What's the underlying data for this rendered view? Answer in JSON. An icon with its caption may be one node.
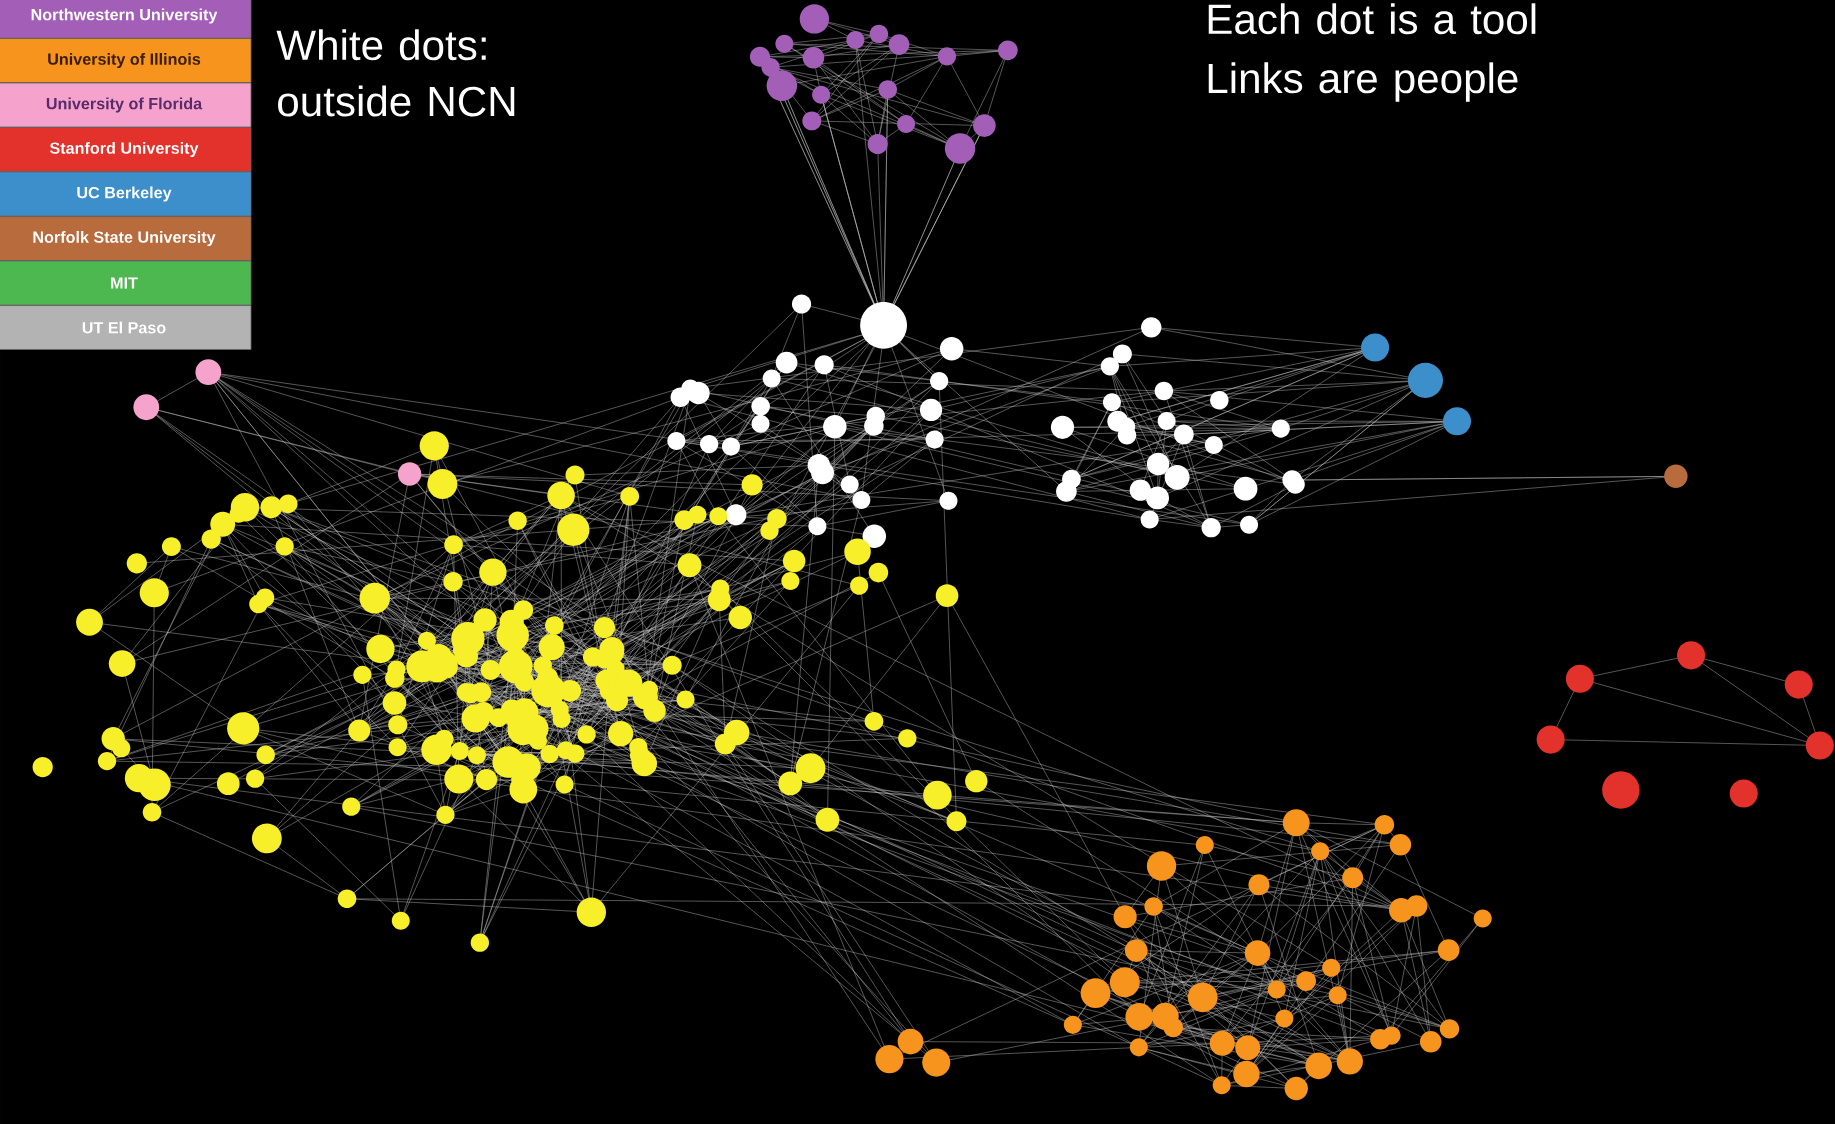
{
  "diagram": {
    "labels": [
      "White dots: outside NCN",
      "Each dot is a tool Links are people"
    ],
    "legend": [
      {
        "text": "Northwestern University",
        "color": "#a35fb8"
      },
      {
        "text": "University of Illinois",
        "color": "#f7941d"
      },
      {
        "text": "University of Florida",
        "color": "#f5a3cc"
      },
      {
        "text": "Stanford University",
        "color": "#e3312b"
      },
      {
        "text": "UC Berkeley",
        "color": "#3d8fcb"
      },
      {
        "text": "Norfolk State University",
        "color": "#b86b3c"
      },
      {
        "text": "MIT",
        "color": "#4db84f"
      },
      {
        "text": "UT El Paso",
        "color": "#b3b3b3"
      }
    ]
  }
}
